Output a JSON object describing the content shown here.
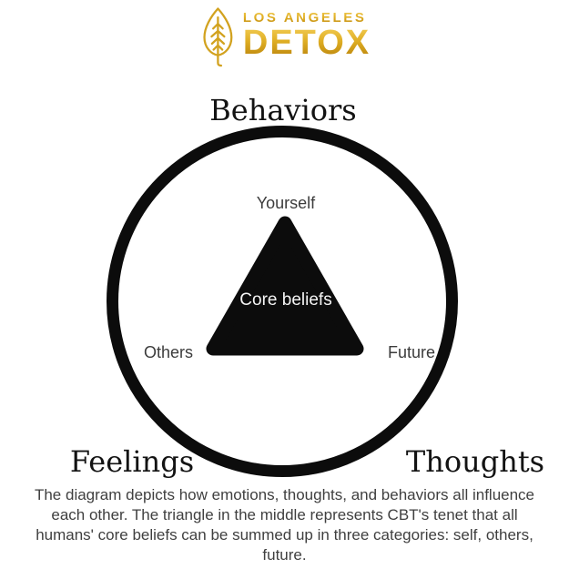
{
  "logo": {
    "brand_top": "LOS ANGELES",
    "brand_bottom": "DETOX",
    "icon": "leaf-icon",
    "gold_color": "#d2a21f"
  },
  "diagram": {
    "type": "cbt-triangle-circle",
    "outer_circle_labels": {
      "top": "Behaviors",
      "bottom_left": "Feelings",
      "bottom_right": "Thoughts"
    },
    "triangle_vertex_labels": {
      "top": "Yourself",
      "bottom_left": "Others",
      "bottom_right": "Future"
    },
    "triangle_center_label": "Core beliefs",
    "shape_color": "#0c0c0c",
    "triangle_text_color": "#f5f5f5"
  },
  "caption": {
    "lines": [
      "The diagram depicts how emotions, thoughts, and behaviors all influence",
      "each other. The triangle in the middle represents CBT's tenet that all",
      "humans' core beliefs can be summed up in three categories: self, others,",
      "future."
    ]
  }
}
